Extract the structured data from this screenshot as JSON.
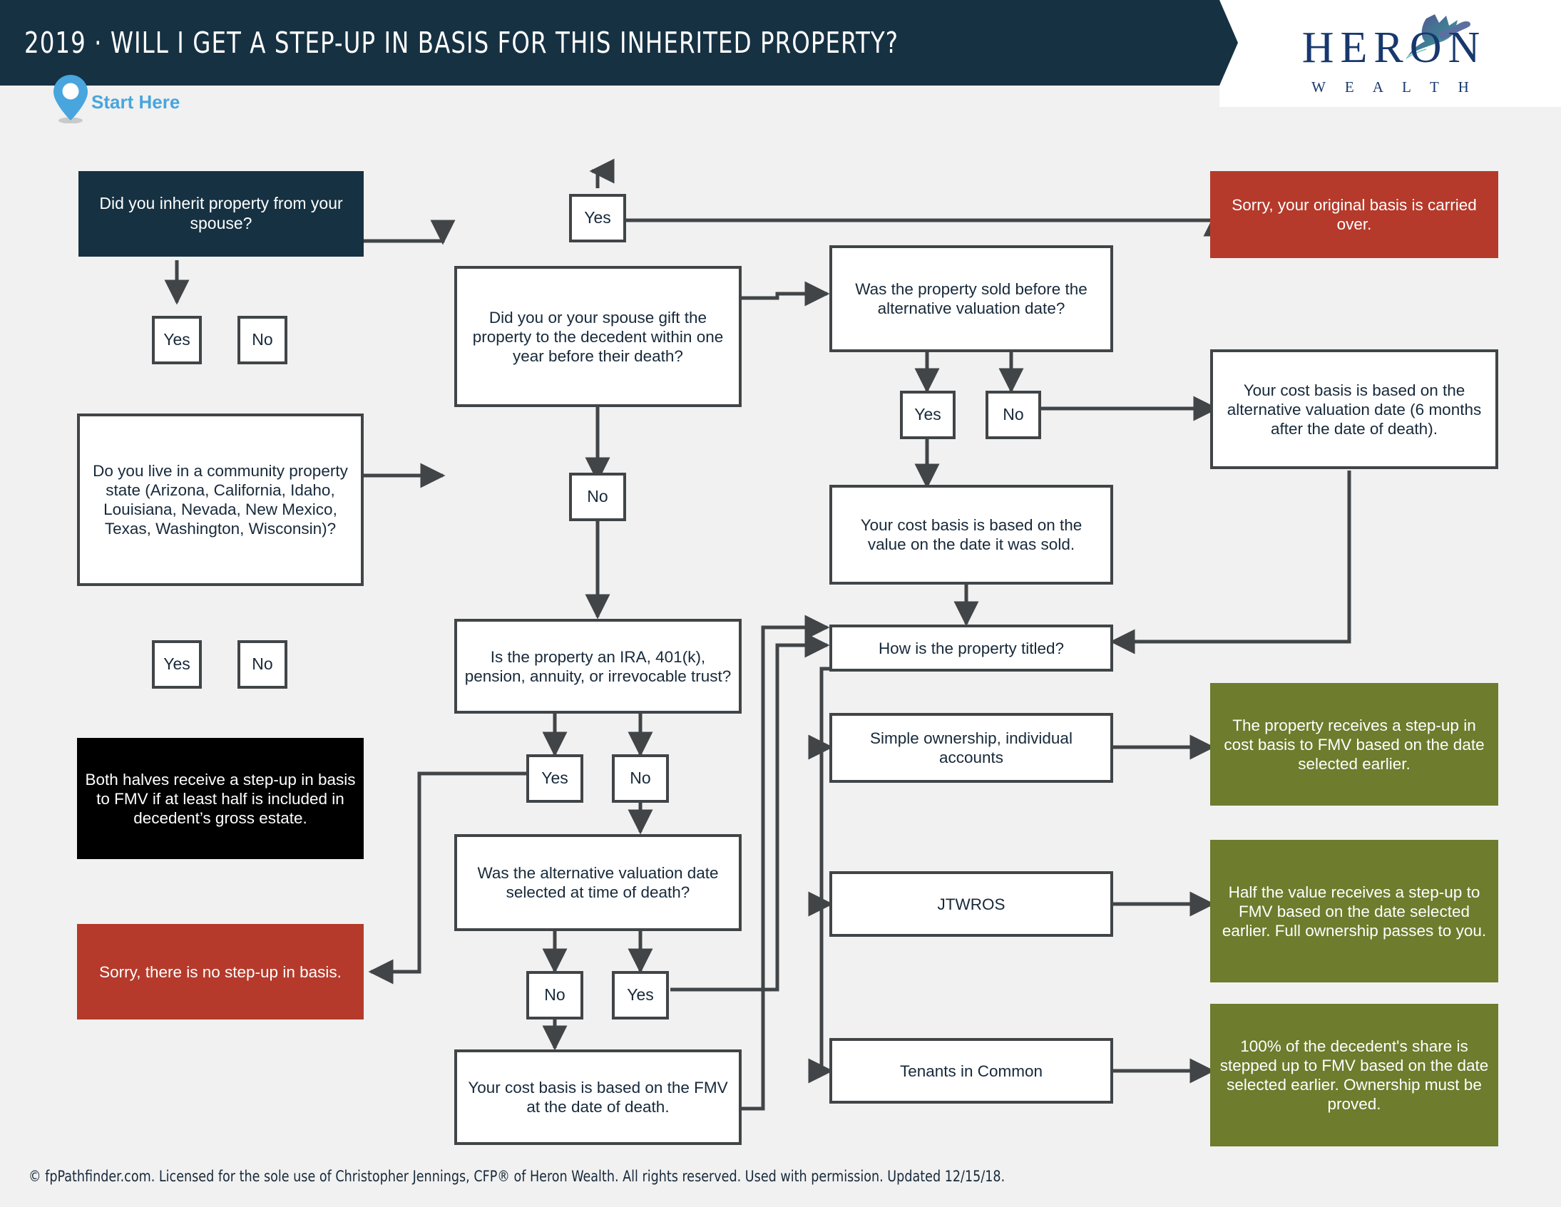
{
  "header": {
    "title": "2019 · WILL I GET A STEP-UP IN BASIS FOR THIS INHERITED PROPERTY?",
    "logo_primary": "HERON",
    "logo_secondary": "W E A L T H",
    "logo_icon": "heron-bird-icon"
  },
  "start": {
    "label": "Start Here",
    "marker_icon": "map-pin-icon"
  },
  "colors": {
    "header_navy": "#163142",
    "accent_blue": "#48a5dd",
    "result_red": "#b53a2b",
    "result_green": "#6d7c2d",
    "result_black": "#000000",
    "box_border": "#414547",
    "page_bg": "#f1f1f1",
    "text_dark": "#17293a"
  },
  "nodes": {
    "q_inherit_spouse": "Did you inherit property from your spouse?",
    "yes_1": "Yes",
    "no_1": "No",
    "q_community_state": "Do you live in a community property state (Arizona, California, Idaho, Louisiana, Nevada, New Mexico, Texas, Washington, Wisconsin)?",
    "yes_2": "Yes",
    "no_2": "No",
    "r_both_halves": "Both halves receive a step-up in basis to FMV if at least half is included in decedent’s gross estate.",
    "r_no_stepup": "Sorry, there is no step-up in basis.",
    "yes_gift": "Yes",
    "q_gift_within_year": "Did you or your spouse gift the property to the decedent within one year before their death?",
    "no_gift": "No",
    "q_ira_401k": "Is the property an IRA, 401(k), pension, annuity, or irrevocable trust?",
    "yes_ira": "Yes",
    "no_ira": "No",
    "q_alt_valuation_selected": "Was the alternative valuation date selected at time of death?",
    "no_alt": "No",
    "yes_alt": "Yes",
    "r_fmv_date_of_death": "Your cost basis is based on the FMV at the date of death.",
    "q_sold_before_alt": "Was the property sold before the alternative valuation date?",
    "yes_sold": "Yes",
    "no_sold": "No",
    "r_value_date_sold": "Your cost basis is based on the value on the date it was sold.",
    "r_alt_valuation_date": "Your cost basis is based on the alternative valuation date (6 months after the date of death).",
    "r_original_basis": "Sorry, your original basis is carried over.",
    "q_property_titled": "How is the property titled?",
    "o_simple": "Simple ownership, individual accounts",
    "o_jtwros": "JTWROS",
    "o_tenants": "Tenants in Common",
    "r_simple_result": "The property receives a step-up in cost basis to FMV based on the date selected earlier.",
    "r_jtwros_result": "Half the value receives a step-up to FMV based on the date selected earlier. Full ownership passes to you.",
    "r_tenants_result": "100% of the decedent's share is stepped up to FMV based on the date selected earlier. Ownership must be proved."
  },
  "footer": {
    "text": "© fpPathfinder.com. Licensed for the sole use of Christopher Jennings, CFP® of Heron Wealth. All rights reserved. Used with permission. Updated 12/15/18."
  }
}
